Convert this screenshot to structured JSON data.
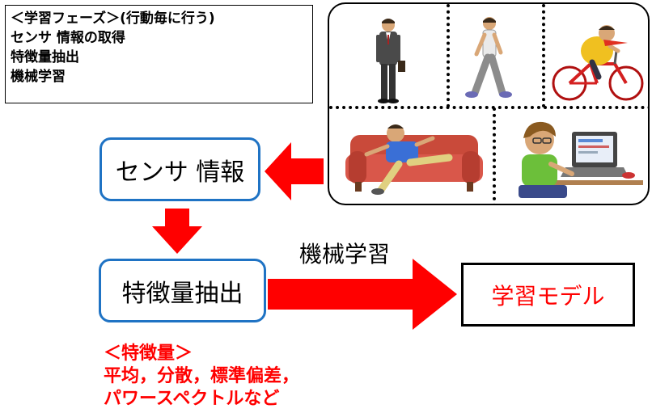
{
  "phase_note": {
    "title": "＜学習フェーズ＞(行動毎に行う)",
    "steps": [
      "センサ 情報の取得",
      "特徴量抽出",
      "機械学習"
    ]
  },
  "boxes": {
    "sensor_info": "センサ 情報",
    "feature_extraction": "特徴量抽出",
    "learning_model": "学習モデル"
  },
  "edge_label": "機械学習",
  "feature_note": {
    "heading": "＜特徴量＞",
    "lines": [
      "平均，分散，標準偏差，",
      "パワースペクトルなど"
    ]
  },
  "activities": [
    "standing-person",
    "walking-person",
    "cycling-person",
    "lying-on-sofa-person",
    "computer-user-person"
  ],
  "colors": {
    "box_border_blue": "#1f73c4",
    "arrow_red": "#ff0000",
    "accent_text_red": "#ff0000"
  }
}
